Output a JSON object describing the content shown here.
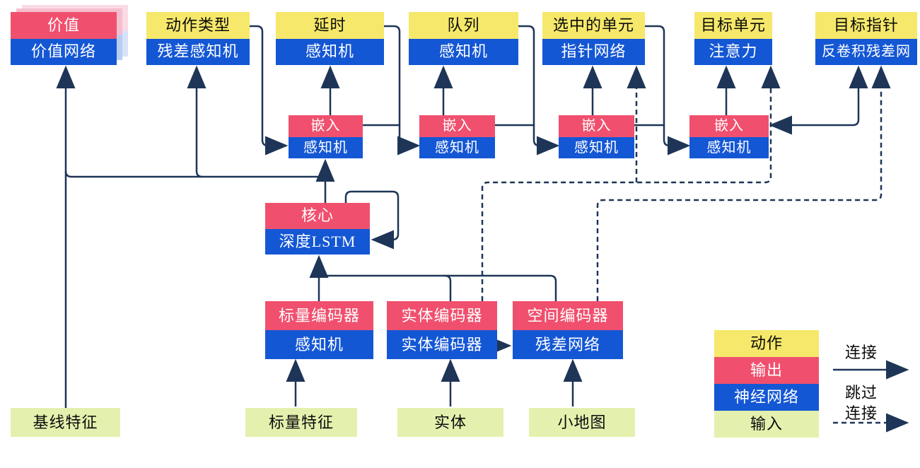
{
  "diagram": {
    "nodes": {
      "value": {
        "top": "价值",
        "bottom": "价值网络"
      },
      "action_type": {
        "top": "动作类型",
        "bottom": "残差感知机"
      },
      "delay": {
        "top": "延时",
        "bottom": "感知机"
      },
      "queue": {
        "top": "队列",
        "bottom": "感知机"
      },
      "selected_units": {
        "top": "选中的单元",
        "bottom": "指针网络"
      },
      "target_unit": {
        "top": "目标单元",
        "bottom": "注意力"
      },
      "target_point": {
        "top": "目标指针",
        "bottom": "反卷积残差网"
      },
      "embed1": {
        "top": "嵌入",
        "bottom": "感知机"
      },
      "embed2": {
        "top": "嵌入",
        "bottom": "感知机"
      },
      "embed3": {
        "top": "嵌入",
        "bottom": "感知机"
      },
      "embed4": {
        "top": "嵌入",
        "bottom": "感知机"
      },
      "core": {
        "top": "核心",
        "bottom": "深度LSTM"
      },
      "scalar_encoder": {
        "top": "标量编码器",
        "bottom": "感知机"
      },
      "entity_encoder": {
        "top": "实体编码器",
        "bottom": "实体编码器"
      },
      "spatial_encoder": {
        "top": "空间编码器",
        "bottom": "残差网络"
      },
      "baseline_features": {
        "label": "基线特征"
      },
      "scalar_features": {
        "label": "标量特征"
      },
      "entities": {
        "label": "实体"
      },
      "minimap": {
        "label": "小地图"
      }
    },
    "legend": {
      "action": "动作",
      "output": "输出",
      "network": "神经网络",
      "input": "输入",
      "solid_connection": "连接",
      "skip_line1": "跳过",
      "skip_line2": "连接"
    },
    "colors": {
      "action_yellow": "#f6e86a",
      "output_pink": "#f0506e",
      "network_blue": "#1457d5",
      "input_green": "#e4f1ae",
      "connector_line": "#1e3557"
    }
  }
}
